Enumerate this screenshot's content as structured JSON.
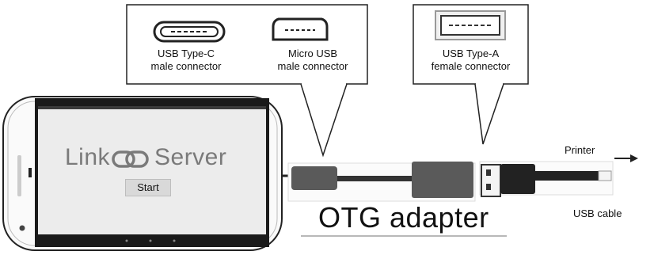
{
  "callout_left": {
    "usb_c": "USB Type-C\nmale connector",
    "micro_usb": "Micro USB\nmale connector"
  },
  "callout_right": {
    "usb_a": "USB Type-A\nfemale connector"
  },
  "phone": {
    "app_name_left": "Link",
    "app_name_right": "Server",
    "start_label": "Start"
  },
  "otg_label": "OTG adapter",
  "printer_label": "Printer",
  "cable_label": "USB cable"
}
